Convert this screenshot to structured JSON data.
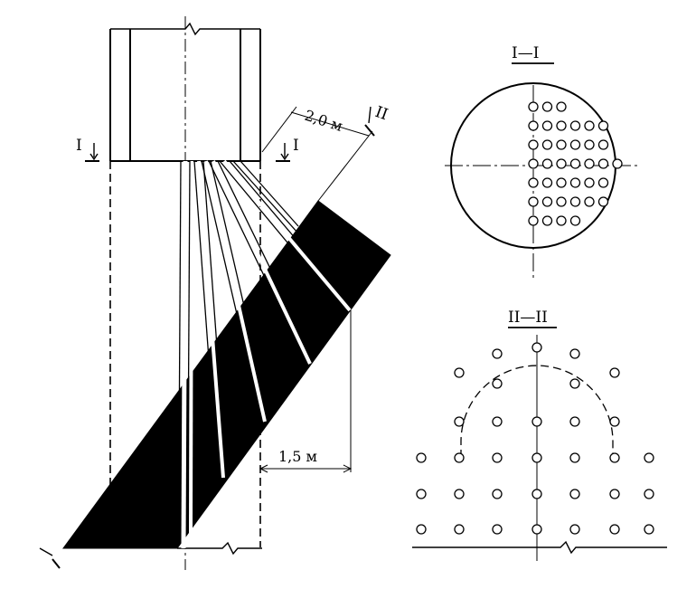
{
  "labels": {
    "section_mark": "I",
    "section_mark_2": "II",
    "section1_title": "I—I",
    "section2_title": "II—II",
    "dim_top": "2,0 м",
    "dim_bottom": "1,5 м"
  },
  "section1": {
    "rows_of_holes": [
      3,
      6,
      6,
      7,
      6,
      6,
      4
    ]
  },
  "section2": {
    "columns": 7,
    "rows": 6
  },
  "colors": {
    "ink": "#000000",
    "paper": "#ffffff"
  }
}
